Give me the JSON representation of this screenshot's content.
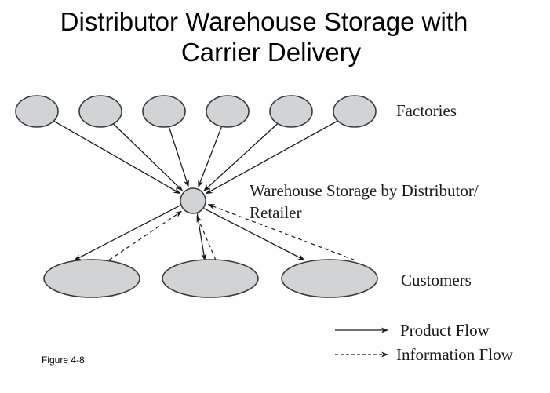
{
  "title": {
    "line1": "Distributor Warehouse Storage with",
    "line2": "Carrier Delivery"
  },
  "diagram": {
    "factories_label": "Factories",
    "factory_count": 6,
    "hub_label_line1": "Warehouse Storage by Distributor/",
    "hub_label_line2": "Retailer",
    "customers_label": "Customers",
    "customer_count": 3,
    "node_fill": "#d2d3d5",
    "node_stroke": "#3a3a3a",
    "edges": [
      {
        "from": "factory-1",
        "to": "hub",
        "type": "product"
      },
      {
        "from": "factory-2",
        "to": "hub",
        "type": "product"
      },
      {
        "from": "factory-3",
        "to": "hub",
        "type": "product"
      },
      {
        "from": "factory-4",
        "to": "hub",
        "type": "product"
      },
      {
        "from": "factory-5",
        "to": "hub",
        "type": "product"
      },
      {
        "from": "factory-6",
        "to": "hub",
        "type": "product"
      },
      {
        "from": "hub",
        "to": "customer-1",
        "type": "product"
      },
      {
        "from": "hub",
        "to": "customer-2",
        "type": "product"
      },
      {
        "from": "hub",
        "to": "customer-3",
        "type": "product"
      },
      {
        "from": "customer-1",
        "to": "hub",
        "type": "information"
      },
      {
        "from": "customer-2",
        "to": "hub",
        "type": "information"
      },
      {
        "from": "customer-3",
        "to": "hub",
        "type": "information"
      }
    ]
  },
  "legend": {
    "product_flow": "Product Flow",
    "information_flow": "Information Flow"
  },
  "caption": "Figure 4-8"
}
